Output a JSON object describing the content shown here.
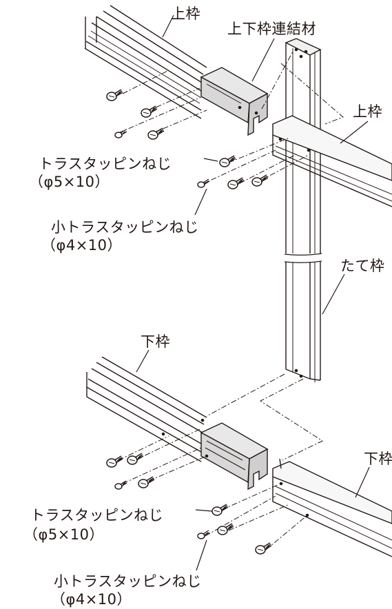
{
  "labels": {
    "upper_frame_left": "上枠",
    "upper_lower_connector": "上下枠連結材",
    "upper_frame_right": "上枠",
    "truss_screw_upper": "トラスタッピンねじ",
    "truss_screw_upper_spec": "（φ5×10）",
    "small_truss_screw_upper": "小トラスタッピンねじ",
    "small_truss_screw_upper_spec": "（φ4×10）",
    "vertical_frame": "たて枠",
    "lower_frame_left": "下枠",
    "lower_frame_right": "下枠",
    "truss_screw_lower": "トラスタッピンねじ",
    "truss_screw_lower_spec": "（φ5×10）",
    "small_truss_screw_lower": "小トラスタッピンねじ",
    "small_truss_screw_lower_spec": "（φ4×10）"
  }
}
